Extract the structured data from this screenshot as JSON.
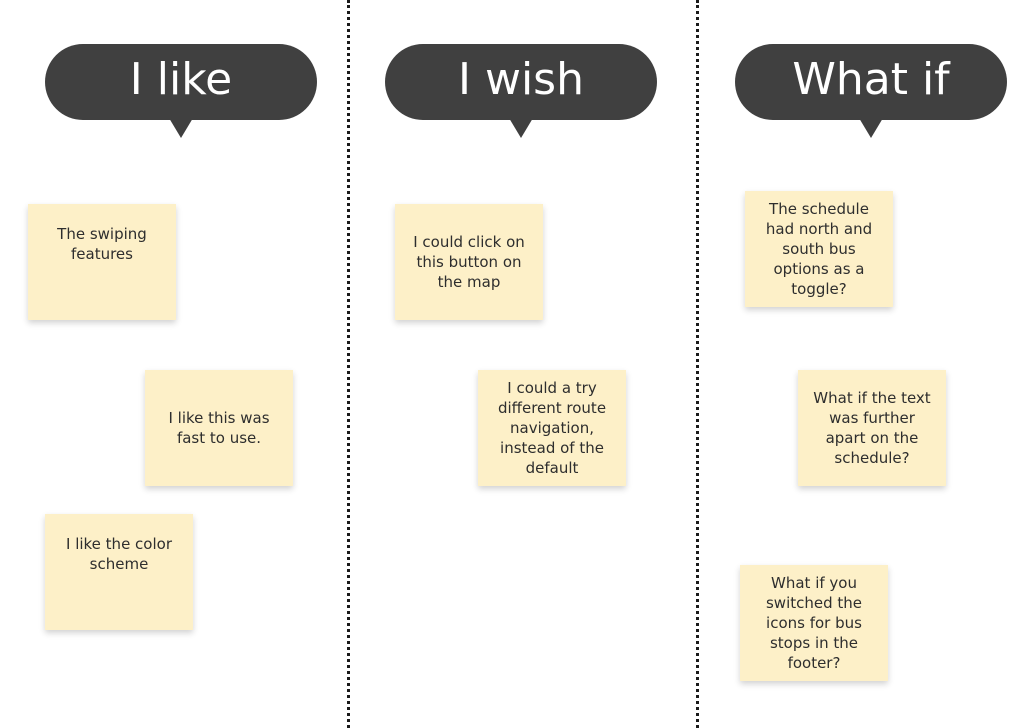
{
  "columns": [
    {
      "header": "I like",
      "notes": [
        "The swiping features",
        "I like this was fast to use.",
        "I like the color scheme"
      ]
    },
    {
      "header": "I wish",
      "notes": [
        "I could click on this button on the map",
        "I could a try different route navigation, instead of the default"
      ]
    },
    {
      "header": "What if",
      "notes": [
        "The schedule had north and south bus options as a toggle?",
        "What if the text was further apart on the schedule?",
        "What if you switched the icons for bus stops in the footer?"
      ]
    }
  ],
  "colors": {
    "bubble": "#404040",
    "bubble_text": "#ffffff",
    "sticky_note": "#fdf0c8",
    "note_text": "#2e2e2e",
    "divider": "#1a1a1a"
  }
}
